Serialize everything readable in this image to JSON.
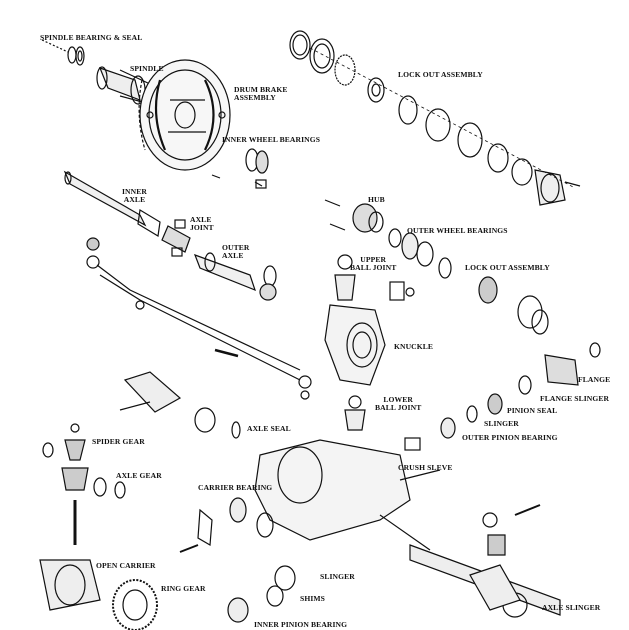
{
  "labels": {
    "spindle_bearing_seal": "SPINDLE BEARING & SEAL",
    "spindle": "SPINDLE",
    "drum_brake_1": "DRUM BRAKE",
    "drum_brake_2": "ASSEMBLY",
    "lock_out_assembly_top": "LOCK OUT ASSEMBLY",
    "inner_wheel_bearings": "INNER WHEEL BEARINGS",
    "inner_axle_1": "INNER",
    "inner_axle_2": "AXLE",
    "axle_joint_1": "AXLE",
    "axle_joint_2": "JOINT",
    "hub": "HUB",
    "outer_wheel_bearings": "OUTER WHEEL BEARINGS",
    "outer_axle_1": "OUTER",
    "outer_axle_2": "AXLE",
    "upper_ball_joint_1": "UPPER",
    "upper_ball_joint_2": "BALL JOINT",
    "lock_out_assembly_mid": "LOCK OUT ASSEMBLY",
    "knuckle": "KNUCKLE",
    "flange": "FLANGE",
    "flange_slinger": "FLANGE SLINGER",
    "lower_ball_joint_1": "LOWER",
    "lower_ball_joint_2": "BALL JOINT",
    "pinion_seal": "PINION SEAL",
    "slinger_top": "SLINGER",
    "axle_seal": "AXLE SEAL",
    "outer_pinion_bearing": "OUTER PINION BEARING",
    "spider_gear": "SPIDER GEAR",
    "crush_sleve": "CRUSH SLEVE",
    "axle_gear": "AXLE GEAR",
    "carrier_bearing": "CARRIER BEARING",
    "open_carrier": "OPEN CARRIER",
    "slinger_bottom": "SLINGER",
    "ring_gear": "RING GEAR",
    "shims": "SHIMS",
    "axle_slinger": "AXLE SLINGER",
    "inner_pinion_bearing": "INNER PINION BEARING"
  }
}
